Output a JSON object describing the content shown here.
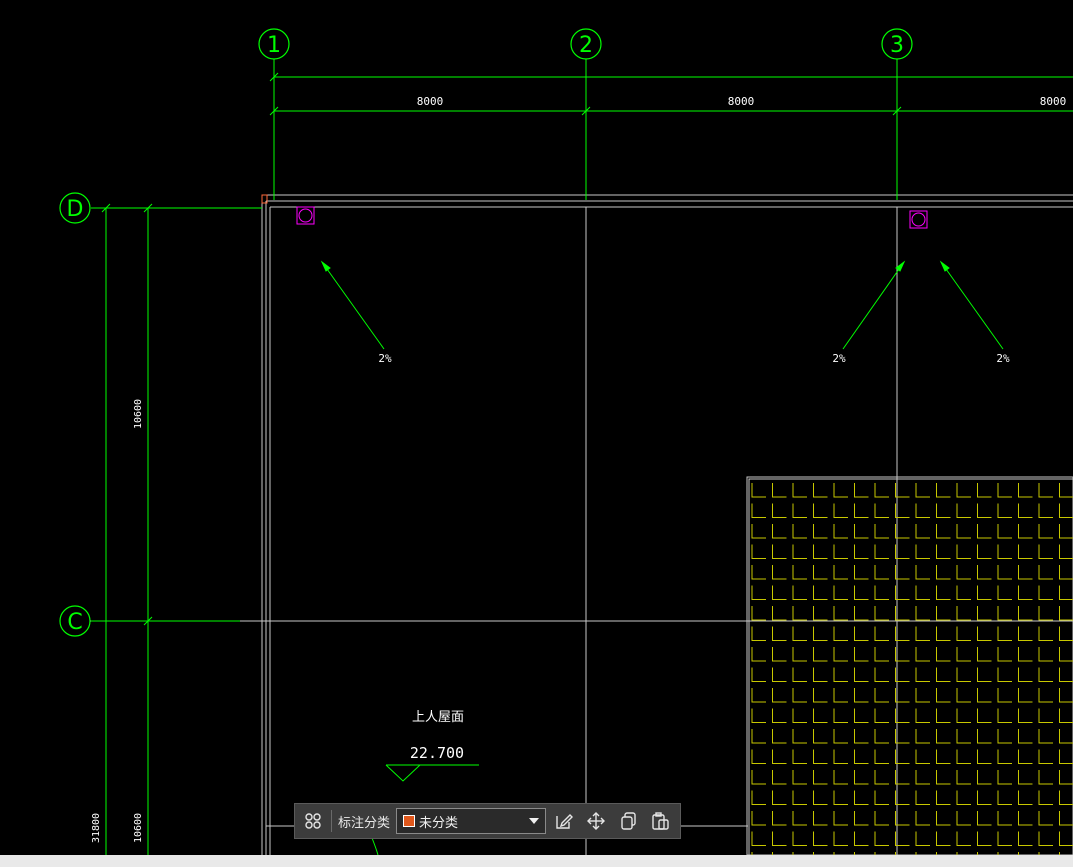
{
  "drawing": {
    "grid_axes_vertical": [
      "1",
      "2",
      "3"
    ],
    "grid_axes_horizontal": [
      "D",
      "C"
    ],
    "spacing_dims": [
      "8000",
      "8000",
      "8000"
    ],
    "vertical_dims": [
      "10600",
      "10600",
      "31800"
    ],
    "slope_labels": [
      "2%",
      "2%",
      "2%"
    ],
    "roof_label": "上人屋面",
    "elevation": "22.700"
  },
  "colors": {
    "background": "#000000",
    "dim_line": "#00ff00",
    "axis_line": "#c8c8c8",
    "drain": "#ff00ff",
    "hatch": "#c8c800",
    "category_swatch": "#e0581c"
  },
  "toolbar": {
    "group_icon": "grid-group-icon",
    "category_label": "标注分类",
    "category_value": "未分类",
    "edit_icon": "edit-icon",
    "move_icon": "move-icon",
    "copy_icon": "copy-icon",
    "paste_icon": "paste-icon"
  }
}
